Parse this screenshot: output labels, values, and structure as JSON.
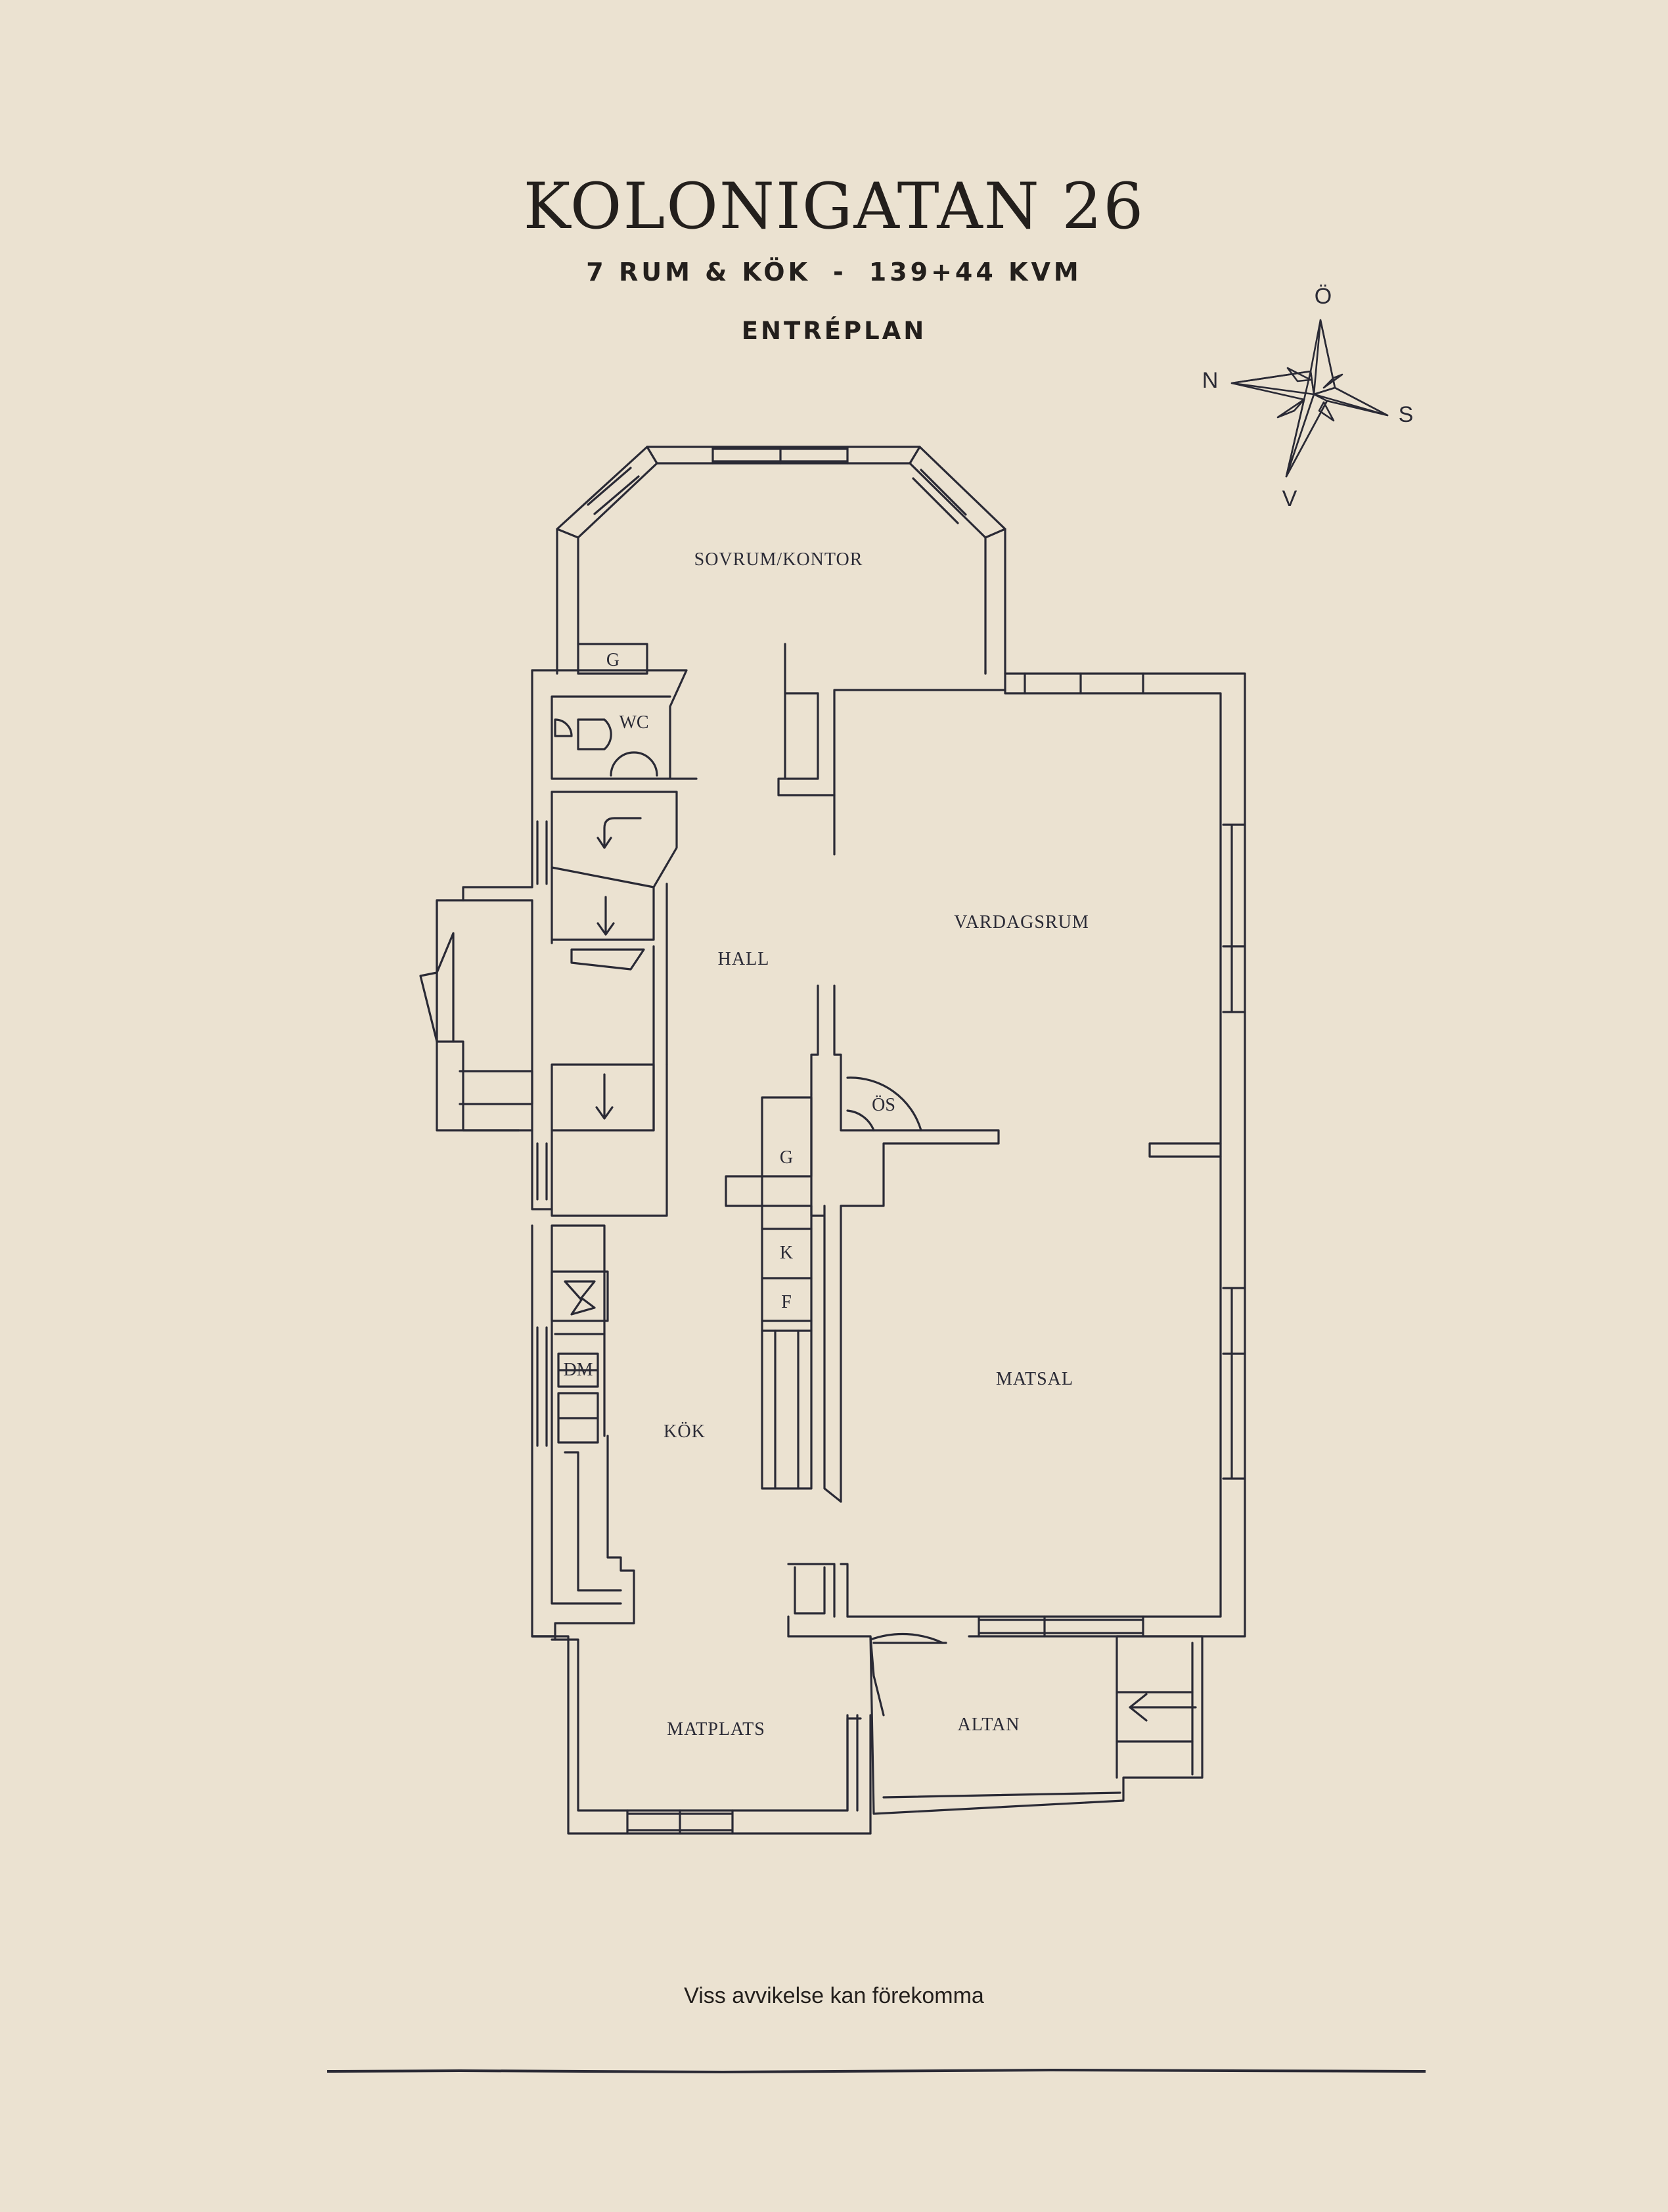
{
  "header": {
    "title": "KOLONIGATAN 26",
    "rooms": "7 RUM & KÖK",
    "separator": "-",
    "area": "139+44 KVM",
    "level": "ENTRÉPLAN"
  },
  "compass": {
    "east": "Ö",
    "north": "N",
    "south": "S",
    "west": "V"
  },
  "rooms": {
    "bedroom": "SOVRUM/KONTOR",
    "living": "VARDAGSRUM",
    "hall": "HALL",
    "dining": "MATSAL",
    "kitchen": "KÖK",
    "eating": "MATPLATS",
    "deck": "ALTAN"
  },
  "fixtures": {
    "wardrobe_top": "G",
    "wc": "WC",
    "stove": "ÖS",
    "wardrobe_mid": "G",
    "fridge": "K",
    "freezer": "F",
    "dishwasher": "DM"
  },
  "footer": {
    "disclaimer": "Viss avvikelse kan förekomma"
  },
  "colors": {
    "background": "#ebe2d1",
    "ink": "#2a2a35",
    "title": "#231f1c"
  }
}
